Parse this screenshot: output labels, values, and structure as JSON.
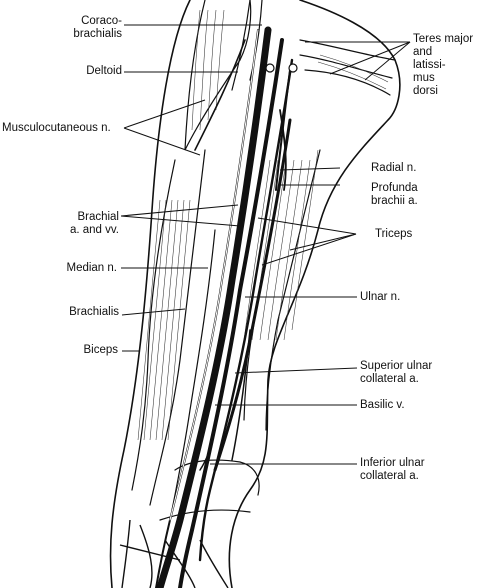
{
  "labels": {
    "coracobrachialis": "Coraco-\nbrachialis",
    "deltoid": "Deltoid",
    "musculocutaneous": "Musculocutaneous n.",
    "brachial": "Brachial\na. and vv.",
    "median": "Median n.",
    "brachialis": "Brachialis",
    "biceps": "Biceps",
    "teres": "Teres major\nand\nlatissi-\nmus\ndorsi",
    "radial": "Radial n.",
    "profunda": "Profunda\nbrachii a.",
    "triceps": "Triceps",
    "ulnar": "Ulnar n.",
    "superior_ulnar": "Superior ulnar\ncollateral a.",
    "basilic": "Basilic v.",
    "inferior_ulnar": "Inferior ulnar\ncollateral a."
  },
  "colors": {
    "ink": "#111111",
    "background": "#ffffff"
  }
}
